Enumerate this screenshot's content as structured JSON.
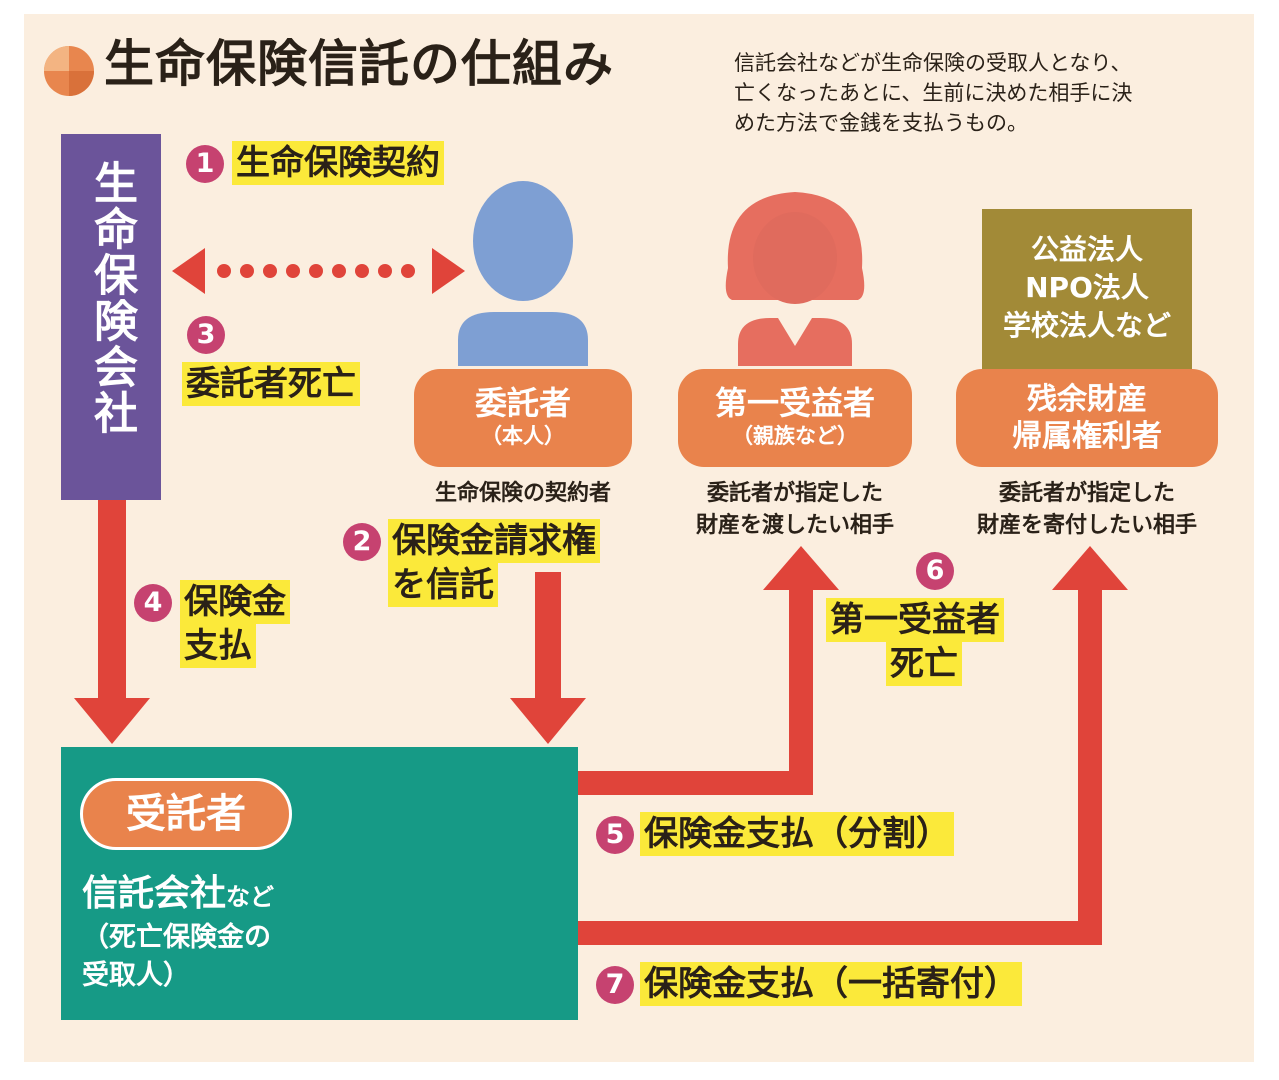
{
  "title": "生命保険信託の仕組み",
  "description": [
    "信託会社などが生命保険の受取人となり、",
    "亡くなったあとに、生前に決めた相手に決",
    "めた方法で金銭を支払うもの。"
  ],
  "life_insurance_company": "生命保険会社",
  "steps": {
    "s1": {
      "num": "1",
      "label": "生命保険契約"
    },
    "s2": {
      "num": "2",
      "line1": "保険金請求権",
      "line2": "を信託"
    },
    "s3": {
      "num": "3",
      "label": "委託者死亡"
    },
    "s4": {
      "num": "4",
      "line1": "保険金",
      "line2": "支払"
    },
    "s5": {
      "num": "5",
      "label": "保険金支払（分割）"
    },
    "s6": {
      "num": "6",
      "line1": "第一受益者",
      "line2": "死亡"
    },
    "s7": {
      "num": "7",
      "label": "保険金支払（一括寄付）"
    }
  },
  "settlor": {
    "title": "委託者",
    "sub": "（本人）",
    "caption": "生命保険の契約者"
  },
  "first_beneficiary": {
    "title": "第一受益者",
    "sub": "（親族など）",
    "caption1": "委託者が指定した",
    "caption2": "財産を渡したい相手"
  },
  "residual_holder": {
    "line1": "残余財産",
    "line2": "帰属権利者",
    "caption1": "委託者が指定した",
    "caption2": "財産を寄付したい相手"
  },
  "corporations": [
    "公益法人",
    "NPO法人",
    "学校法人など"
  ],
  "trustee": {
    "badge": "受託者",
    "line1": "信託会社",
    "line1_small": "など",
    "line2": "（死亡保険金の",
    "line3": "受取人）"
  },
  "colors": {
    "arrow": "#e0443a",
    "number_circle": "#c64270",
    "highlight": "#fbe93a",
    "label_orange": "#e9834c",
    "purple": "#6b549a",
    "teal": "#169a86",
    "gold": "#a28a37"
  },
  "icons": {
    "settlor": "man-icon",
    "beneficiary": "woman-icon",
    "trustee": "building-icon",
    "title": "quarter-circle-icon"
  }
}
